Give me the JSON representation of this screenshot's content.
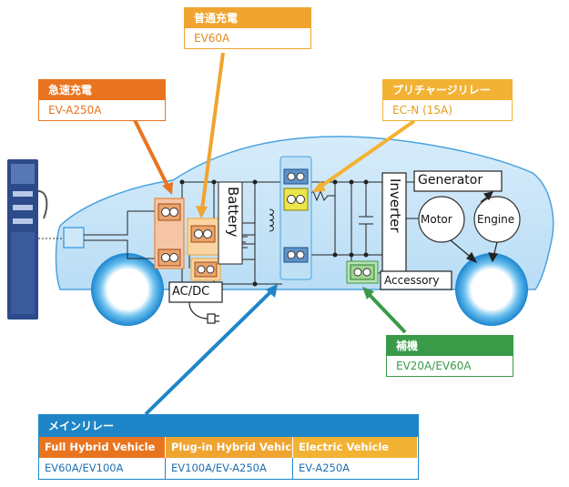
{
  "callouts": {
    "quick_charging": {
      "title": "急速充電",
      "value": "EV-A250A"
    },
    "normal_charging": {
      "title": "普通充電",
      "value": "EV60A"
    },
    "precharge_relay": {
      "title": "プリチャージリレー",
      "value": "EC-N (15A)"
    },
    "auxiliary": {
      "title": "補機",
      "value": "EV20A/EV60A"
    }
  },
  "main_relay": {
    "title": "メインリレー",
    "headers": [
      "Full Hybrid Vehicle",
      "Plug-in Hybrid Vehicle",
      "Electric Vehicle"
    ],
    "values": [
      "EV60A/EV100A",
      "EV100A/EV-A250A",
      "EV-A250A"
    ]
  },
  "diagram_labels": {
    "battery": "Battery",
    "ac_dc": "AC/DC",
    "inverter": "Inverter",
    "generator": "Generator",
    "motor": "Motor",
    "engine": "Engine",
    "accessory": "Accessory"
  },
  "colors": {
    "quick": "#e9741f",
    "normal": "#f0a430",
    "precharge": "#f2b233",
    "auxiliary": "#3a9a47",
    "main_relay": "#1e86c8"
  }
}
